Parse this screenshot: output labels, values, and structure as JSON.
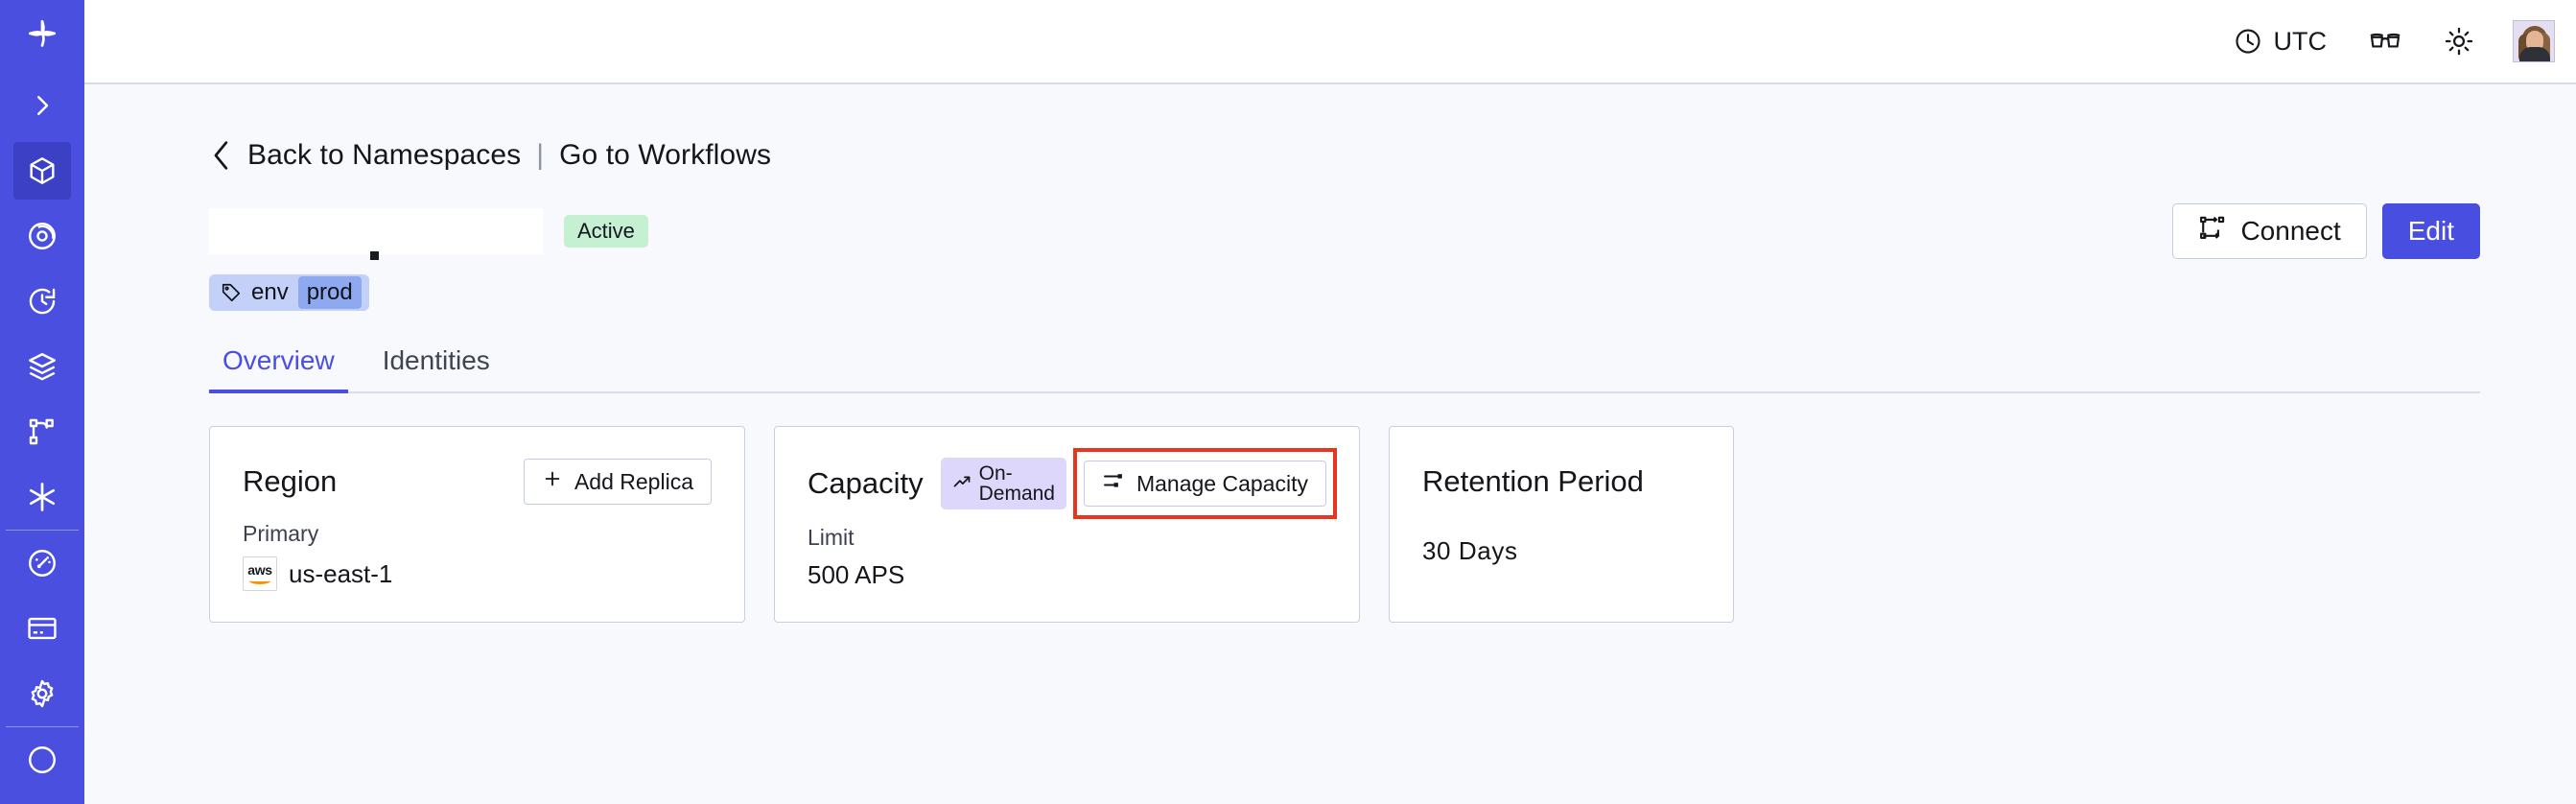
{
  "sidebar": {
    "items": [
      {
        "name": "logo",
        "icon": "temporal-logo-icon",
        "active": false
      },
      {
        "name": "expand",
        "icon": "chevron-right-icon",
        "active": false
      },
      {
        "name": "namespaces",
        "icon": "cube-icon",
        "active": true
      },
      {
        "name": "nexus",
        "icon": "nexus-spiral-icon",
        "active": false
      },
      {
        "name": "schedules",
        "icon": "clock-history-icon",
        "active": false
      },
      {
        "name": "batch",
        "icon": "layers-icon",
        "active": false
      },
      {
        "name": "workflows",
        "icon": "workflow-branch-icon",
        "active": false
      },
      {
        "name": "integrations",
        "icon": "asterisk-icon",
        "active": false
      },
      {
        "name": "usage",
        "icon": "gauge-icon",
        "active": false
      },
      {
        "name": "billing",
        "icon": "credit-card-icon",
        "active": false
      },
      {
        "name": "settings",
        "icon": "gear-icon",
        "active": false
      }
    ]
  },
  "topbar": {
    "timezone_label": "UTC",
    "timezone_icon": "clock-icon",
    "docs_icon": "glasses-icon",
    "theme_icon": "sun-icon",
    "avatar_icon": "user-avatar"
  },
  "breadcrumb": {
    "back_icon": "chevron-left-icon",
    "back_label": "Back to Namespaces",
    "separator": "|",
    "forward_label": "Go to Workflows"
  },
  "header": {
    "namespace_name": "",
    "status": "Active",
    "connect_label": "Connect",
    "connect_icon": "connect-nodes-icon",
    "edit_label": "Edit",
    "tag": {
      "icon": "tag-icon",
      "key": "env",
      "value": "prod"
    }
  },
  "tabs": [
    {
      "label": "Overview",
      "active": true
    },
    {
      "label": "Identities",
      "active": false
    }
  ],
  "cards": {
    "region": {
      "title": "Region",
      "action_label": "Add Replica",
      "action_icon": "plus-icon",
      "sub_label": "Primary",
      "provider_icon": "aws-logo",
      "provider_text": "aws",
      "value": "us-east-1"
    },
    "capacity": {
      "title": "Capacity",
      "badge_label": "On-Demand",
      "badge_icon": "trending-up-icon",
      "action_label": "Manage Capacity",
      "action_icon": "sliders-icon",
      "sub_label": "Limit",
      "value": "500 APS",
      "highlight_color": "#e8351f"
    },
    "retention": {
      "title": "Retention Period",
      "value": "30  Days"
    }
  },
  "colors": {
    "brand": "#4a4fe0",
    "brand_active": "#3b40c4",
    "page_bg": "#f8f9fc",
    "status_green_bg": "#c6f0d2",
    "badge_purple_bg": "#ddd8fb",
    "tag_bg": "#c3d0f7",
    "tag_value_bg": "#8ea9ef",
    "highlight_red": "#e8351f"
  }
}
